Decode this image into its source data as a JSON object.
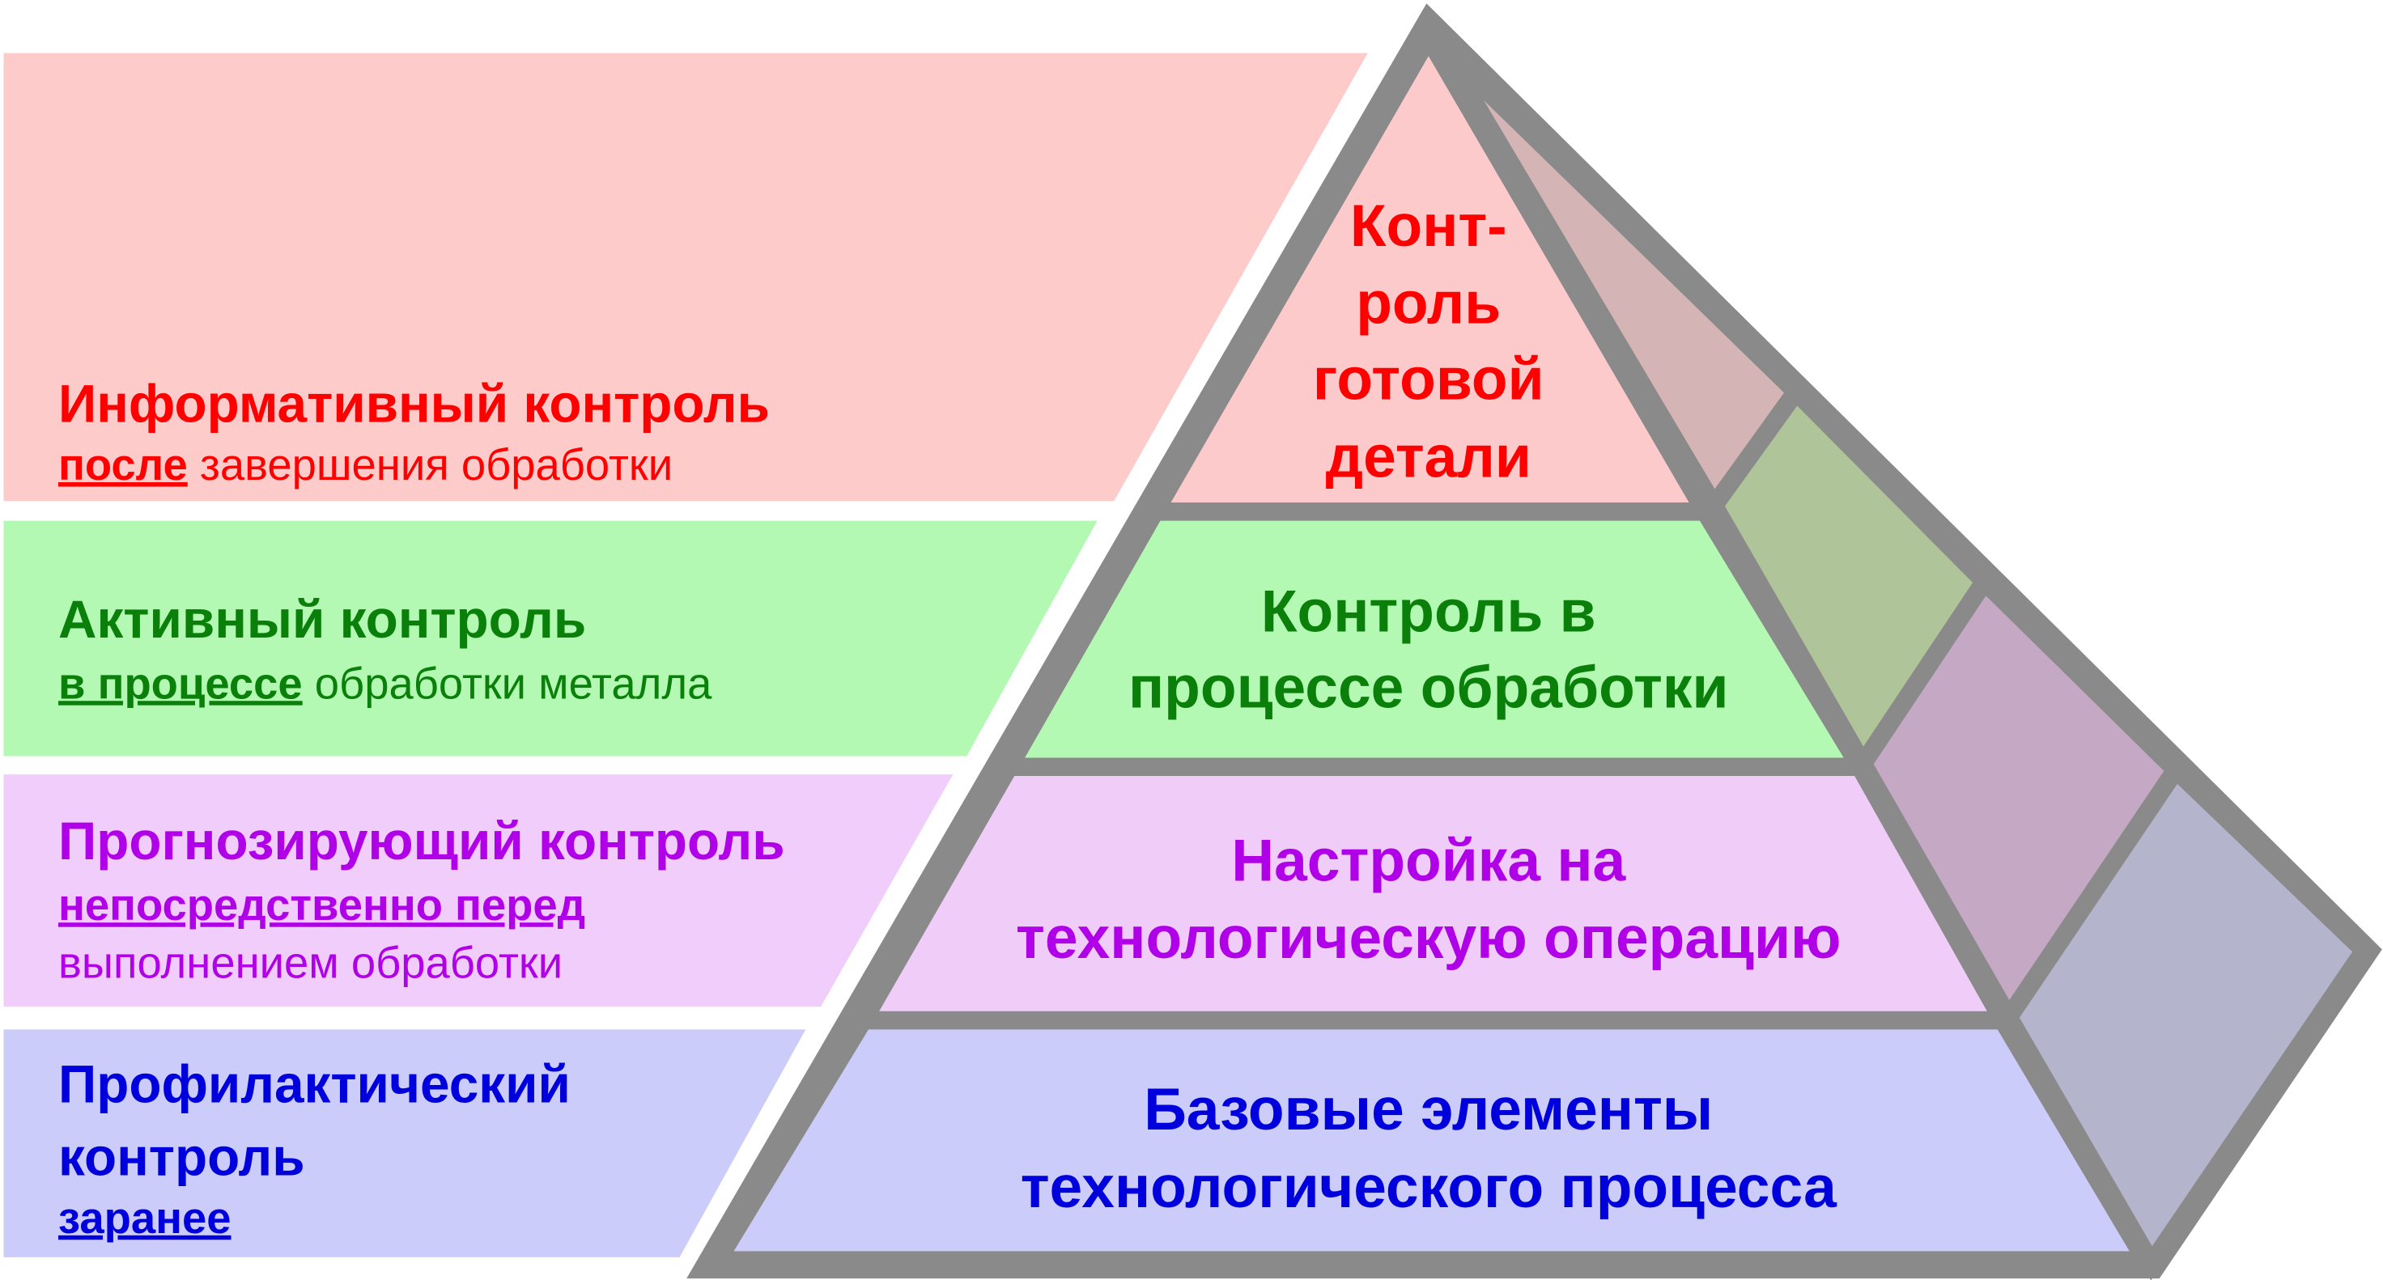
{
  "colors": {
    "red": "#ff0000",
    "green": "#0a800a",
    "purple": "#b000e8",
    "blue": "#0000dd",
    "frame": "#8a8a8a"
  },
  "levels": [
    {
      "title": "Информативный контроль",
      "sub_underlined": "после",
      "sub_rest": " завершения обработки",
      "pyramid_lines": [
        "Конт-",
        "роль",
        "готовой",
        "детали"
      ]
    },
    {
      "title": "Активный контроль",
      "sub_underlined": "в процессе",
      "sub_rest": " обработки металла",
      "pyramid_lines": [
        "Контроль в",
        "процессе обработки"
      ]
    },
    {
      "title": "Прогнозирующий контроль",
      "sub_underlined": "непосредственно перед",
      "sub_rest": "выполнением обработки",
      "pyramid_lines": [
        "Настройка на",
        "технологическую операцию"
      ]
    },
    {
      "title_lines": [
        "Профилактический",
        "контроль"
      ],
      "sub_underlined": "заранее",
      "pyramid_lines": [
        "Базовые элементы",
        "технологического процесса"
      ]
    }
  ]
}
